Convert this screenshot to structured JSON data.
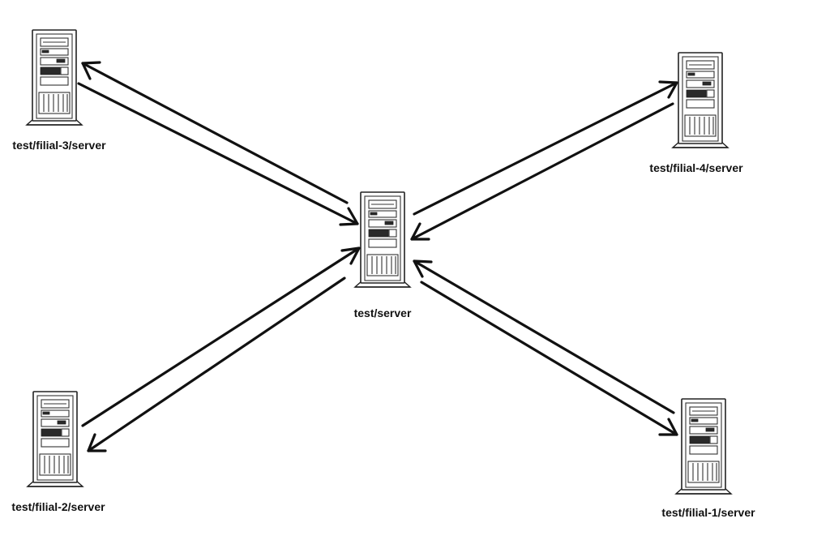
{
  "diagram": {
    "nodes": [
      {
        "id": "hub",
        "label": "test/server",
        "icon": "server-tower-icon"
      },
      {
        "id": "filial-3",
        "label": "test/filial-3/server",
        "icon": "server-tower-icon"
      },
      {
        "id": "filial-4",
        "label": "test/filial-4/server",
        "icon": "server-tower-icon"
      },
      {
        "id": "filial-2",
        "label": "test/filial-2/server",
        "icon": "server-tower-icon"
      },
      {
        "id": "filial-1",
        "label": "test/filial-1/server",
        "icon": "server-tower-icon"
      }
    ],
    "edges": [
      {
        "from": "filial-3",
        "to": "hub",
        "direction": "bidirectional"
      },
      {
        "from": "filial-4",
        "to": "hub",
        "direction": "bidirectional"
      },
      {
        "from": "filial-2",
        "to": "hub",
        "direction": "bidirectional"
      },
      {
        "from": "filial-1",
        "to": "hub",
        "direction": "bidirectional"
      }
    ],
    "colors": {
      "line": "#111111",
      "background": "#ffffff"
    }
  }
}
